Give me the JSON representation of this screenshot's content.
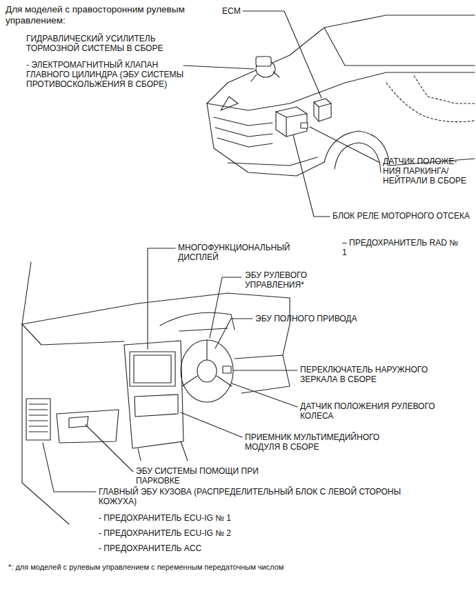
{
  "diagram": {
    "title": "Для моделей с правосторонним рулевым управлением:",
    "caption": "*: для моделей с рулевым управлением с переменным передаточным числом",
    "labels": [
      "ECM",
      "ГИДРАВЛИЧЕСКИЙ УСИЛИТЕЛЬ ТОРМОЗНОЙ СИСТЕМЫ В СБОРЕ",
      "- ЭЛЕКТРОМАГНИТНЫЙ КЛАПАН ГЛАВНОГО ЦИЛИНДРА (ЭБУ СИСТЕМЫ ПРОТИВОСКОЛЬЖЕНИЯ В СБОРЕ)",
      "ДАТЧИК ПОЛОЖЕ- НИЯ ПАРКИНГА/ НЕЙТРАЛИ В СБОРЕ",
      "БЛОК РЕЛЕ МОТОРНОГО ОТСЕКА",
      "– ПРЕДОХРАНИТЕЛЬ RAD № 1",
      "МНОГОФУНКЦИОНАЛЬНЫЙ ДИСПЛЕЙ",
      "ЭБУ РУЛЕВОГО УПРАВЛЕНИЯ*",
      "ЭБУ ПОЛНОГО ПРИВОДА",
      "ПЕРЕКЛЮЧАТЕЛЬ НАРУЖНОГО ЗЕРКАЛА В СБОРЕ",
      "ДАТЧИК ПОЛОЖЕНИЯ РУЛЕВОГО КОЛЕСА",
      "ПРИЕМНИК МУЛЬТИМЕДИЙНОГО МОДУЛЯ В СБОРЕ",
      "ЭБУ СИСТЕМЫ ПОМОЩИ ПРИ ПАРКОВКЕ",
      "ГЛАВНЫЙ ЭБУ КУЗОВА (РАСПРЕДЕЛИТЕЛЬНЫЙ БЛОК С ЛЕВОЙ СТОРОНЫ КОЖУХА)",
      "- ПРЕДОХРАНИТЕЛЬ ECU-IG № 1",
      "- ПРЕДОХРАНИТЕЛЬ ECU-IG № 2",
      "- ПРЕДОХРАНИТЕЛЬ ACC"
    ]
  }
}
